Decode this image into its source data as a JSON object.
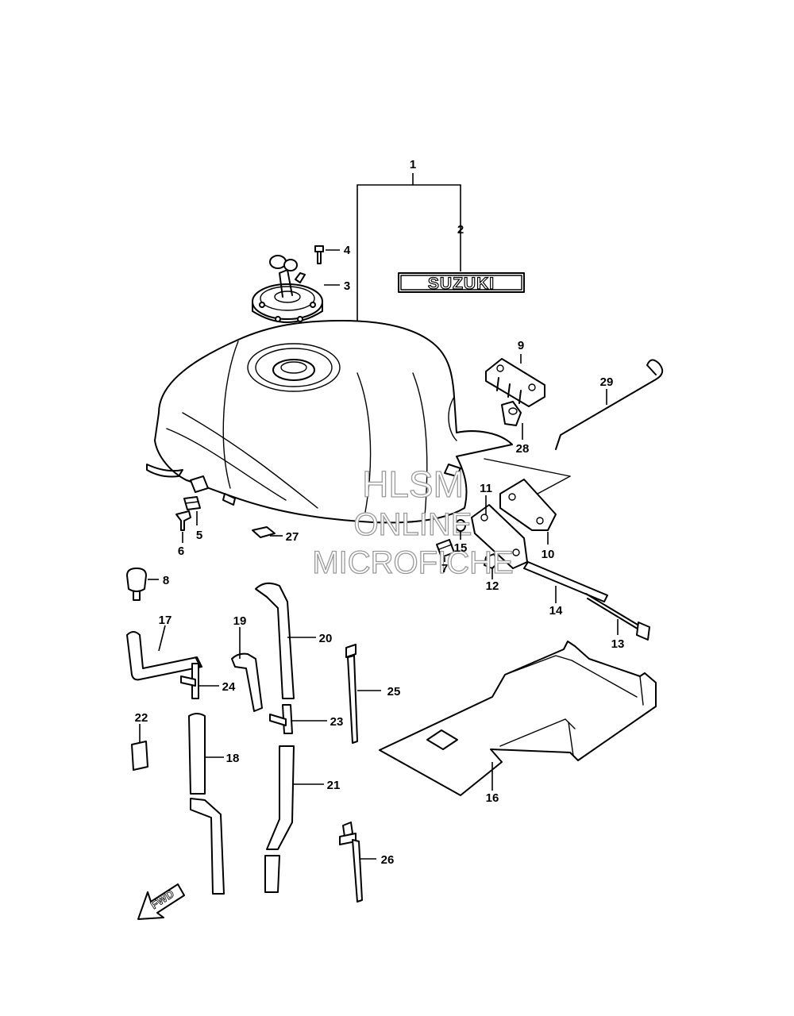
{
  "diagram": {
    "type": "exploded parts diagram",
    "subject": "fuel tank assembly",
    "brand_logo": "SUZUKI",
    "direction_marker": "FWD",
    "watermark": [
      "HLSM",
      "ONLINE",
      "MICROFICHE"
    ],
    "callouts": [
      "1",
      "2",
      "3",
      "4",
      "5",
      "6",
      "7",
      "8",
      "9",
      "10",
      "11",
      "12",
      "13",
      "14",
      "15",
      "16",
      "17",
      "18",
      "19",
      "20",
      "21",
      "22",
      "23",
      "24",
      "25",
      "26",
      "27",
      "28",
      "29"
    ]
  }
}
